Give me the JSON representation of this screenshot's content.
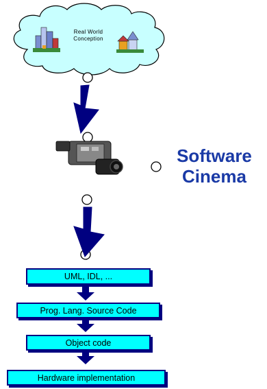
{
  "cloud": {
    "label_line1": "Real World",
    "label_line2": "Conception",
    "fill_color": "#c8ffff"
  },
  "side_title": {
    "line1": "Software",
    "line2": "Cinema",
    "color": "#1a3aa6"
  },
  "pipeline": [
    {
      "label": "UML, IDL, ..."
    },
    {
      "label": "Prog. Lang. Source Code"
    },
    {
      "label": "Object code"
    },
    {
      "label": "Hardware implementation"
    }
  ],
  "colors": {
    "box_fill": "#00ffff",
    "box_border": "#000080",
    "arrow": "#000080"
  },
  "icons": [
    "city-icon",
    "town-icon",
    "video-camera-icon",
    "curved-arrow-icon"
  ]
}
